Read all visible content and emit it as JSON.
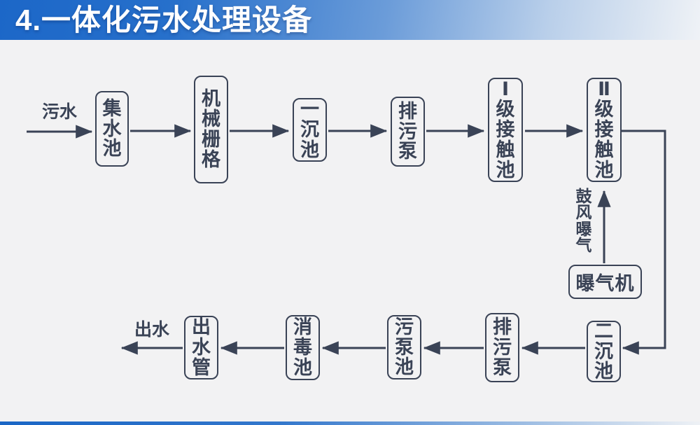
{
  "slide": {
    "title": "4.一体化污水处理设备"
  },
  "colors": {
    "banner_blue": "#1c67c8",
    "ink": "#3a4356",
    "background": "#f2f2f3"
  },
  "flowchart": {
    "inflow_label": "污水",
    "outflow_label": "出水",
    "aeration_label": "鼓风曝气",
    "nodes": [
      {
        "id": "collection-tank",
        "label": "集水池"
      },
      {
        "id": "mechanical-screen",
        "label": "机械栅格"
      },
      {
        "id": "primary-sedimentation-tank",
        "label": "一沉池"
      },
      {
        "id": "sewage-pump-upper",
        "label": "排污泵"
      },
      {
        "id": "stage1-contact-tank",
        "label": "Ⅰ级接触池"
      },
      {
        "id": "stage2-contact-tank",
        "label": "Ⅱ级接触池"
      },
      {
        "id": "aerator",
        "label": "曝气机"
      },
      {
        "id": "secondary-sedimentation-tank",
        "label": "二沉池"
      },
      {
        "id": "sewage-pump-lower",
        "label": "排污泵"
      },
      {
        "id": "sludge-pump-tank",
        "label": "污泵池"
      },
      {
        "id": "disinfection-tank",
        "label": "消毒池"
      },
      {
        "id": "outlet-pipe",
        "label": "出水管"
      }
    ]
  }
}
